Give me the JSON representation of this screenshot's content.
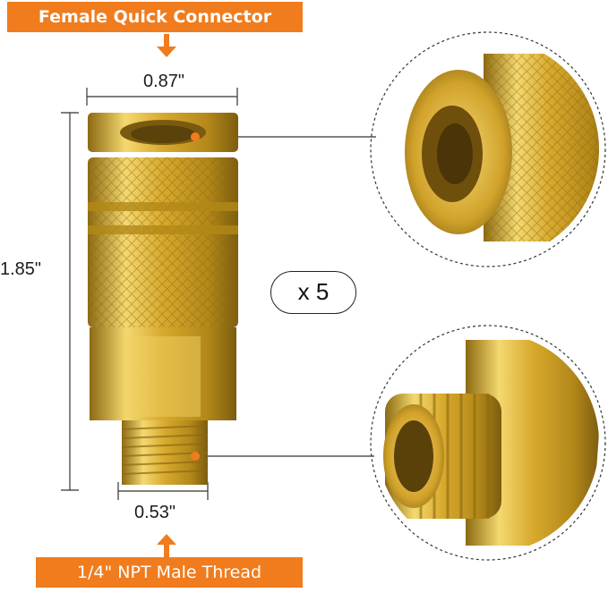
{
  "labels": {
    "top_banner": "Female Quick Connector",
    "bottom_banner": "1/4\" NPT Male Thread",
    "width_top": "0.87\"",
    "height": "1.85\"",
    "width_bottom": "0.53\"",
    "quantity": "x 5"
  },
  "colors": {
    "accent": "#f07c1e",
    "brass": "#d4a62a",
    "brass_dark": "#9a7414",
    "brass_light": "#f3d46a"
  }
}
